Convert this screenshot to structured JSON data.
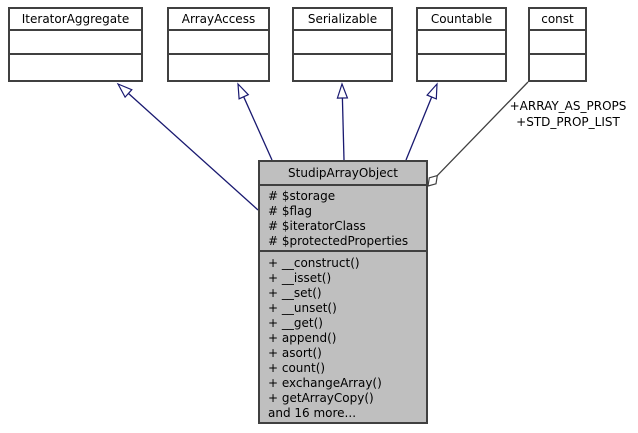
{
  "colors": {
    "page_bg": "#ffffff",
    "node_fill": "#bfbfbf",
    "iface_fill": "#ffffff",
    "node_border": "#404040",
    "text_color": "#000000",
    "inheritance_arrow": "#191970",
    "usage_line": "#404040"
  },
  "interfaces": [
    {
      "label": "IteratorAggregate"
    },
    {
      "label": "ArrayAccess"
    },
    {
      "label": "Serializable"
    },
    {
      "label": "Countable"
    }
  ],
  "const_node": {
    "label": "const"
  },
  "usage_label": {
    "line1": "+ARRAY_AS_PROPS",
    "line2": "+STD_PROP_LIST"
  },
  "main_class": {
    "name": "StudipArrayObject",
    "attributes": [
      "# $storage",
      "# $flag",
      "# $iteratorClass",
      "# $protectedProperties"
    ],
    "methods": [
      "+ __construct()",
      "+ __isset()",
      "+ __set()",
      "+ __unset()",
      "+ __get()",
      "+ append()",
      "+ asort()",
      "+ count()",
      "+ exchangeArray()",
      "+ getArrayCopy()",
      "and 16 more..."
    ]
  }
}
